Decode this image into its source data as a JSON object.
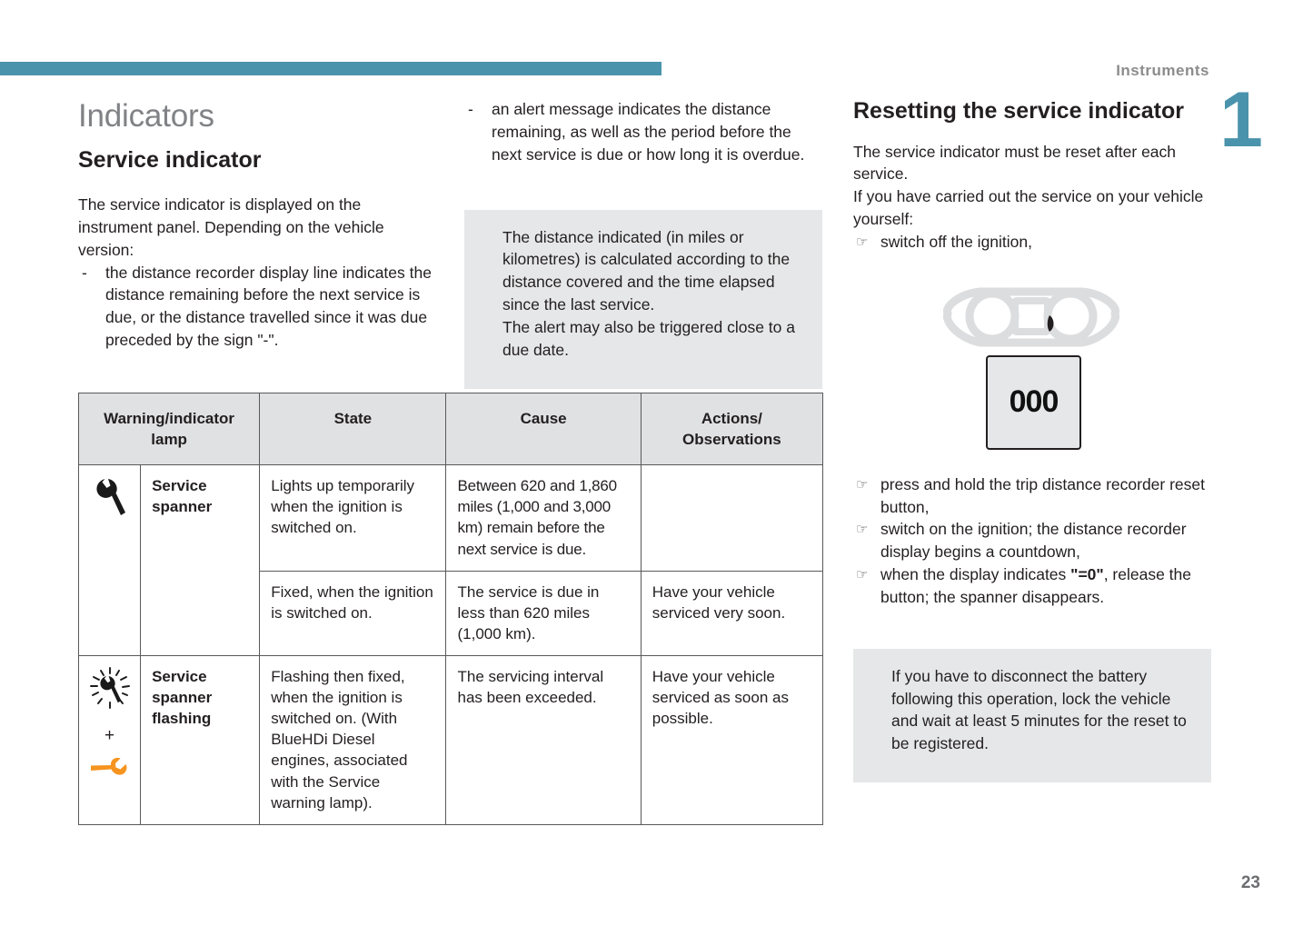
{
  "header": {
    "running_head": "Instruments",
    "chapter_number": "1",
    "page_number": "23",
    "accent_color": "#4a93ac"
  },
  "column_left": {
    "section_title": "Indicators",
    "sub_title": "Service indicator",
    "intro": "The service indicator is displayed on the instrument panel. Depending on the vehicle version:",
    "bullets": [
      "the distance recorder display line indicates the distance remaining before the next service is due, or the distance travelled since it was due preceded by the sign \"-\"."
    ]
  },
  "column_middle": {
    "bullets": [
      "an alert message indicates the distance remaining, as well as the period before the next service is due or how long it is overdue."
    ],
    "info_box": {
      "icon": "info-i-icon",
      "text": "The distance indicated (in miles or kilometres) is calculated according to the distance covered and the time elapsed since the last service.\nThe alert may also be triggered close to a due date."
    }
  },
  "column_right": {
    "sub_title": "Resetting the service indicator",
    "intro": "The service indicator must be reset after each service.\nIf you have carried out the service on your vehicle yourself:",
    "steps_before": [
      "switch off the ignition,"
    ],
    "illustration": {
      "cluster_label": "instrument-cluster-outline",
      "display_value": "000"
    },
    "steps_after": [
      "press and hold the trip distance recorder reset button,",
      "switch on the ignition; the distance recorder display begins a countdown,",
      "when the display indicates \"=0\", release the button; the spanner disappears."
    ],
    "step_after_3_prefix": "when the display indicates ",
    "step_after_3_bold": "\"=0\"",
    "step_after_3_suffix": ", release the button; the spanner disappears.",
    "info_box": {
      "icon": "info-i-icon",
      "text": "If you have to disconnect the battery following this operation, lock the vehicle and wait at least 5 minutes for the reset to be registered."
    }
  },
  "table": {
    "headers": [
      "Warning/indicator lamp",
      "State",
      "Cause",
      "Actions/ Observations"
    ],
    "rows": [
      {
        "lamp_icon": "service-spanner-icon",
        "lamp_name": "Service spanner",
        "state": "Lights up temporarily when the ignition is switched on.",
        "cause": "Between 620 and 1,860 miles (1,000 and 3,000 km) remain before the next service is due.",
        "actions": ""
      },
      {
        "lamp_icon": "",
        "lamp_name": "",
        "state": "Fixed, when the ignition is switched on.",
        "cause": "The service is due in less than 620 miles (1,000 km).",
        "actions": "Have your vehicle serviced very soon."
      },
      {
        "lamp_icon": "service-spanner-flashing-icon",
        "lamp_name": "Service spanner flashing",
        "lamp_plus": "+",
        "lamp_icon_2": "orange-spanner-icon",
        "state": "Flashing then fixed, when the ignition is switched on. (With BlueHDi Diesel engines, associated with the Service warning lamp).",
        "cause": "The servicing interval has been exceeded.",
        "actions": "Have your vehicle serviced as soon as possible."
      }
    ]
  }
}
